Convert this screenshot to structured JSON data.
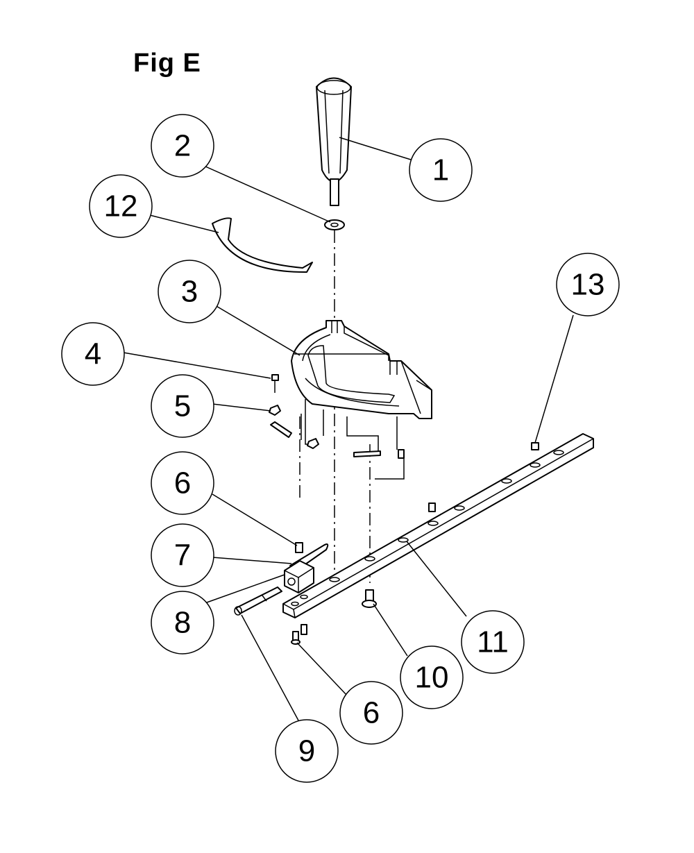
{
  "figure": {
    "title": "Fig E"
  },
  "balloons": [
    {
      "id": "b1",
      "label": "1"
    },
    {
      "id": "b2",
      "label": "2"
    },
    {
      "id": "b12",
      "label": "12"
    },
    {
      "id": "b3",
      "label": "3"
    },
    {
      "id": "b13",
      "label": "13"
    },
    {
      "id": "b4",
      "label": "4"
    },
    {
      "id": "b5",
      "label": "5"
    },
    {
      "id": "b6a",
      "label": "6"
    },
    {
      "id": "b7",
      "label": "7"
    },
    {
      "id": "b8",
      "label": "8"
    },
    {
      "id": "b11",
      "label": "11"
    },
    {
      "id": "b10",
      "label": "10"
    },
    {
      "id": "b6b",
      "label": "6"
    },
    {
      "id": "b9",
      "label": "9"
    }
  ]
}
